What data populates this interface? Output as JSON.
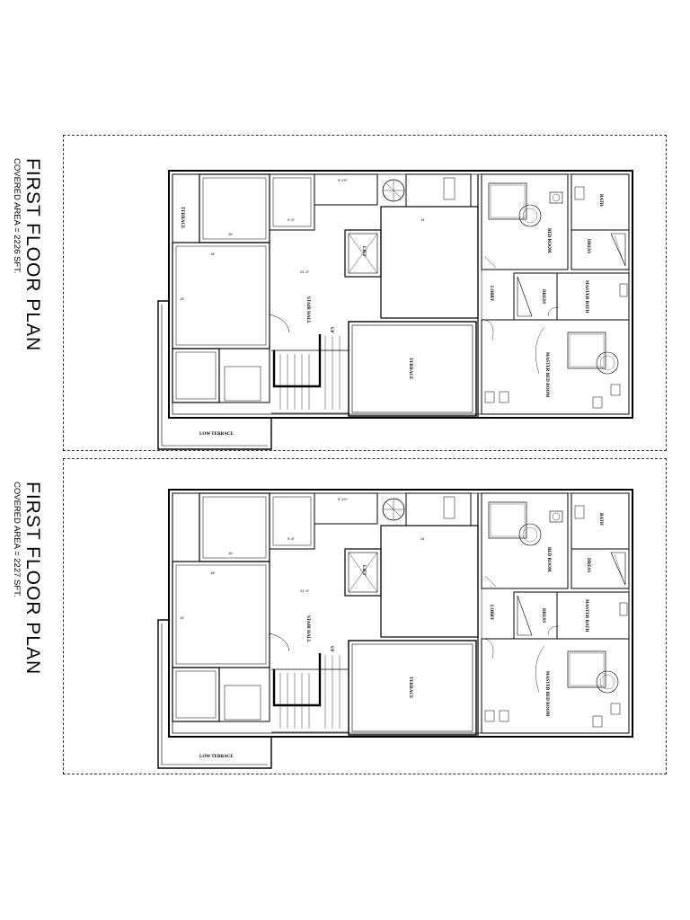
{
  "sheets": [
    {
      "title": "FIRST FLOOR PLAN",
      "covered_area": "COVERED AREA = 2226 SFT.",
      "rooms": {
        "terrace_small": "TERRACE",
        "stair_hall": "STAIR HALL",
        "lift": "LIFT",
        "terrace": "TERRACE",
        "low_terrace": "LOW TERRACE",
        "lobby": "LOBBY",
        "bed_room": "BED ROOM",
        "bath": "BATH",
        "dress_1": "DRESS",
        "dress_2": "DRESS",
        "master_bath": "MASTER BATH",
        "master_bed_room": "MASTER BED ROOM",
        "up": "UP"
      }
    },
    {
      "title": "FIRST FLOOR PLAN",
      "covered_area": "COVERED AREA = 2227 SFT.",
      "rooms": {
        "stair_hall": "STAIR HALL",
        "lift": "LIFT",
        "terrace": "TERRACE",
        "low_terrace": "LOW TERRACE",
        "lobby": "LOBBY",
        "bed_room": "BED ROOM",
        "bath": "BATH",
        "dress_1": "DRESS",
        "dress_2": "DRESS",
        "master_bath": "MASTER BATH",
        "master_bed_room": "MASTER BED ROOM",
        "up": "UP"
      }
    }
  ]
}
